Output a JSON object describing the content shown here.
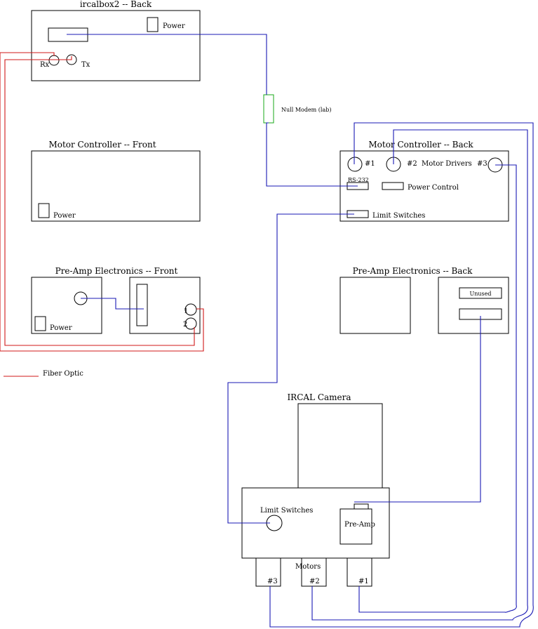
{
  "colors": {
    "fiber": "#d01818",
    "cable": "#1a1ab4",
    "modem": "#1aa81a",
    "line": "#000000"
  },
  "ircalbox": {
    "title": "ircalbox2 -- Back",
    "power": "Power",
    "rx": "Rx",
    "tx": "Tx"
  },
  "null_modem": {
    "label": "Null Modem (lab)"
  },
  "mc_front": {
    "title": "Motor Controller -- Front",
    "power": "Power"
  },
  "mc_back": {
    "title": "Motor Controller -- Back",
    "d1": "#1",
    "d2": "#2",
    "drives": "Motor Drivers",
    "d3": "#3",
    "rs232": "RS-232",
    "power_control": "Power Control",
    "limit": "Limit Switches"
  },
  "preamp_front": {
    "title": "Pre-Amp Electronics -- Front",
    "power": "Power",
    "p1": "1",
    "p2": "2"
  },
  "preamp_back": {
    "title": "Pre-Amp Electronics -- Back",
    "unused": "Unused"
  },
  "legend": {
    "fiber": "Fiber Optic"
  },
  "camera": {
    "title": "IRCAL Camera",
    "limit": "Limit Switches",
    "preamp": "Pre-Amp",
    "motors": "Motors",
    "m3": "#3",
    "m2": "#2",
    "m1": "#1"
  }
}
